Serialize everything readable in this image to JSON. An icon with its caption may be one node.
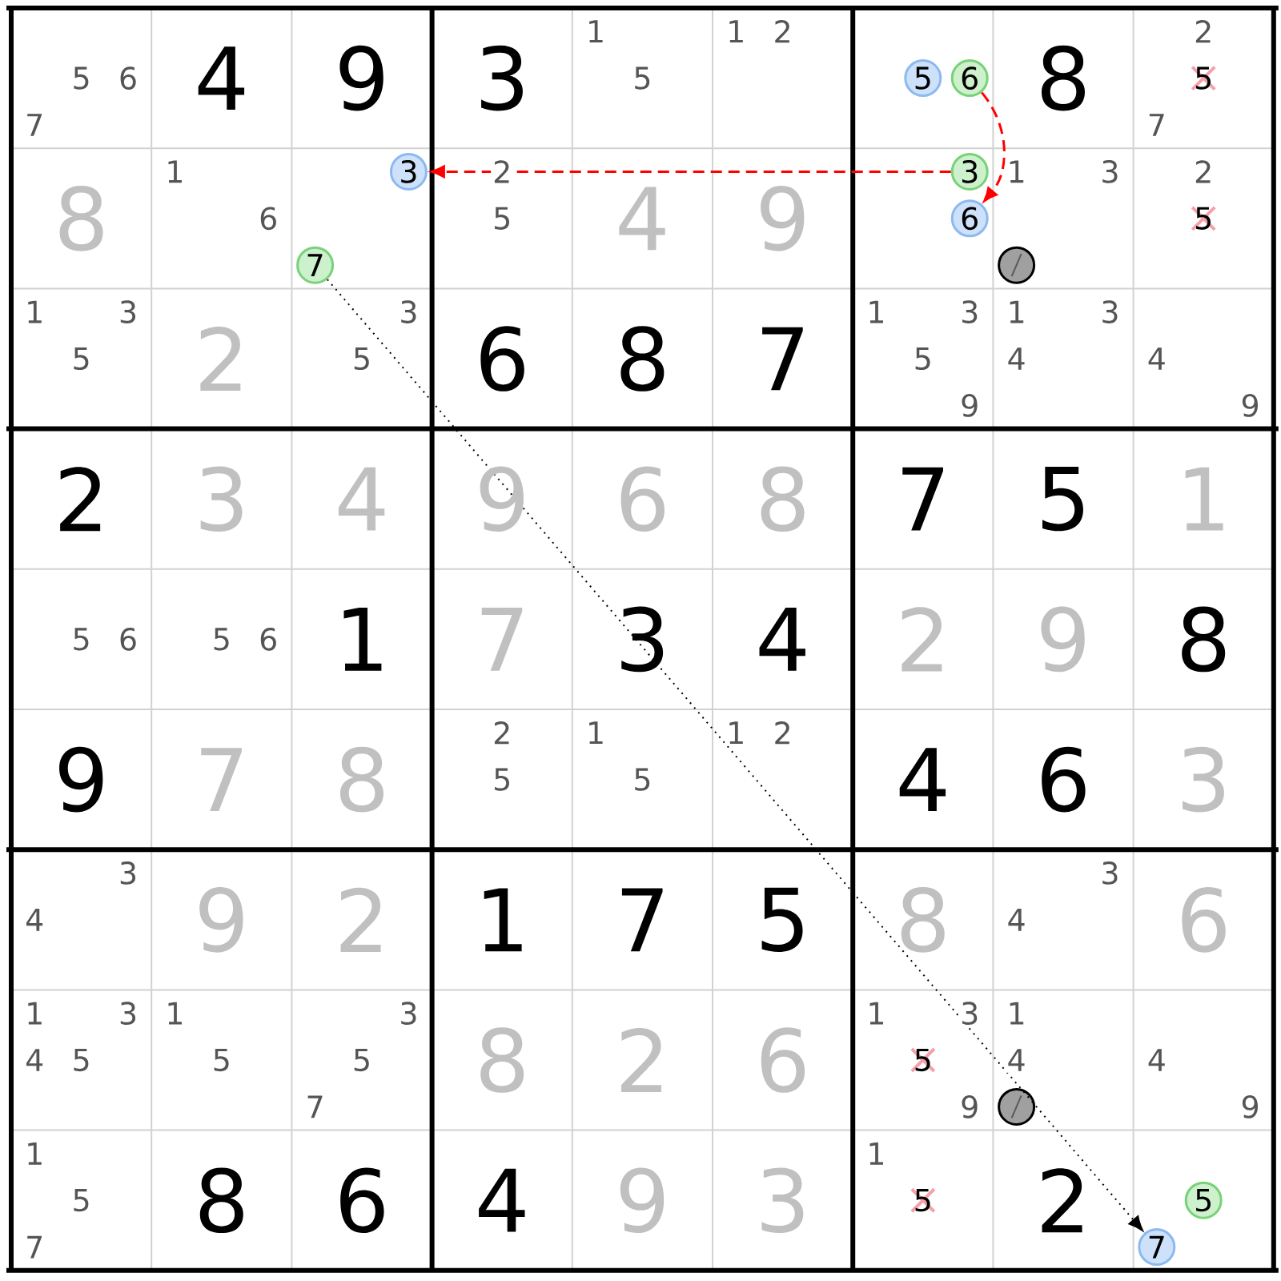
{
  "diagram": {
    "nodes": [
      {
        "text": [
          "5"
        ]
      },
      {
        "text": [
          "6"
        ]
      },
      {
        "text": [
          "3"
        ]
      },
      {
        "text": [
          "7"
        ]
      },
      {
        "text": [
          "3"
        ]
      },
      {
        "text": [
          "6"
        ]
      },
      {
        "text": [],
        "shape": "circle"
      },
      {
        "text": [],
        "shape": "circle"
      },
      {
        "text": [
          "5"
        ]
      },
      {
        "text": [
          "7"
        ]
      }
    ],
    "edges": [
      {
        "from": 4,
        "to": 2,
        "arrow": "to",
        "style": "dashed",
        "color": "#ff0000"
      },
      {
        "from": 1,
        "to": 5,
        "arrow": "to",
        "style": "dashed",
        "color": "#ff0000"
      },
      {
        "from": 3,
        "to": 9,
        "arrow": "to",
        "color": "#000000"
      }
    ],
    "labels": [
      "5",
      "6",
      "7",
      "4",
      "9",
      "3",
      "1",
      "5",
      "1",
      "2",
      "8",
      "2",
      "5",
      "7",
      "8",
      "1",
      "6",
      "2",
      "5",
      "4",
      "9",
      "1",
      "3",
      "2",
      "5",
      "1",
      "3",
      "5",
      "2",
      "3",
      "5",
      "6",
      "8",
      "7",
      "1",
      "3",
      "5",
      "9",
      "1",
      "3",
      "4",
      "4",
      "9",
      "2",
      "3",
      "4",
      "9",
      "6",
      "8",
      "7",
      "5",
      "1",
      "5",
      "6",
      "5",
      "6",
      "1",
      "7",
      "3",
      "4",
      "2",
      "9",
      "8",
      "9",
      "7",
      "8",
      "2",
      "5",
      "1",
      "5",
      "1",
      "2",
      "4",
      "6",
      "3",
      "3",
      "4",
      "9",
      "2",
      "1",
      "7",
      "5",
      "8",
      "3",
      "4",
      "6",
      "1",
      "3",
      "4",
      "5",
      "1",
      "5",
      "3",
      "5",
      "7",
      "8",
      "2",
      "6",
      "1",
      "3",
      "5",
      "9",
      "1",
      "4",
      "4",
      "9",
      "1",
      "5",
      "7",
      "8",
      "6",
      "4",
      "9",
      "3",
      "1",
      "5",
      "2"
    ]
  }
}
